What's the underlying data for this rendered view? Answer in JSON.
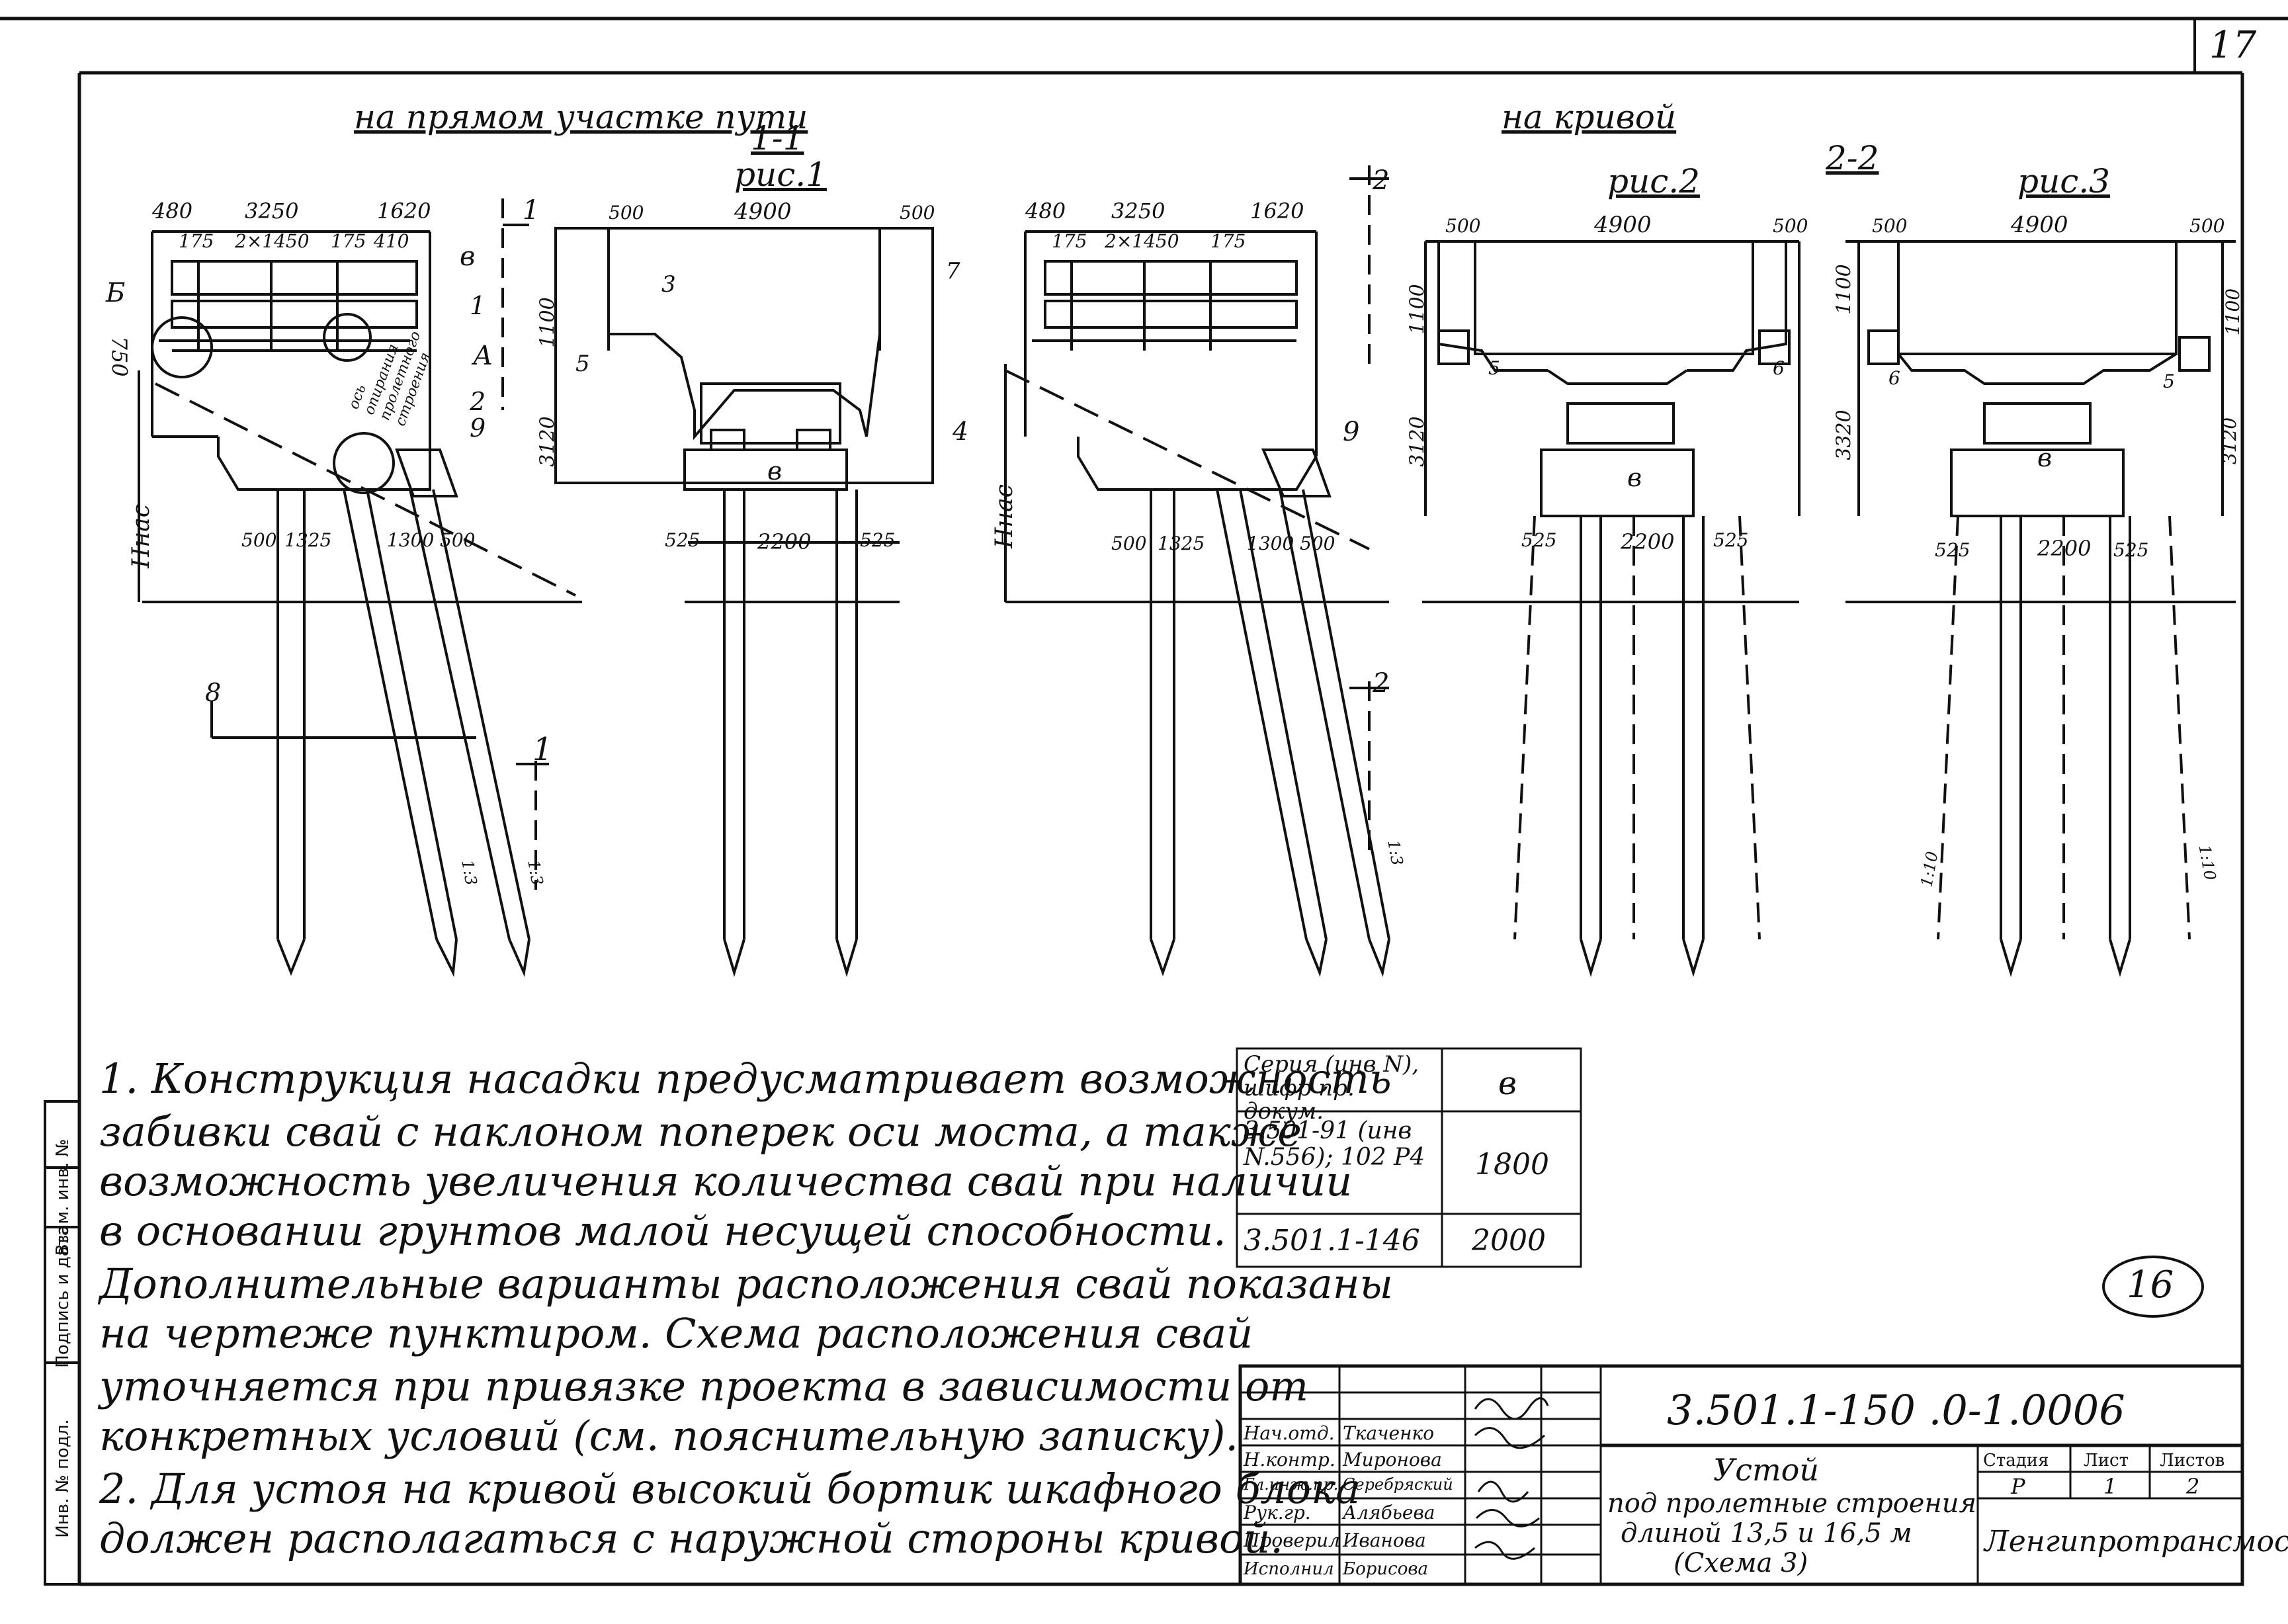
{
  "sheet": {
    "page_number": "17",
    "stamp": "16"
  },
  "views": {
    "straight_title": "на прямом участке пути",
    "curve_title": "на кривой",
    "section_11": "1-1",
    "section_22": "2-2",
    "fig1": "рис.1",
    "fig2": "рис.2",
    "fig3": "рис.3"
  },
  "dims": {
    "v1_top": [
      "480",
      "3250",
      "1620"
    ],
    "v1_sub": [
      "175",
      "2×1450",
      "175",
      "410"
    ],
    "v1_h": "750",
    "v1_bottom": [
      "500",
      "1325",
      "1300",
      "500"
    ],
    "h_nas": "Hнас",
    "v2_top": [
      "500",
      "4900",
      "500"
    ],
    "v2_h": [
      "1100",
      "3120"
    ],
    "v2_bottom": [
      "525",
      "2200",
      "525"
    ],
    "v3_top": [
      "480",
      "3250",
      "1620"
    ],
    "v3_sub": [
      "175",
      "2×1450",
      "175"
    ],
    "v3_bottom": [
      "500",
      "1325",
      "1300",
      "500"
    ],
    "v4_top": [
      "500",
      "4900",
      "500"
    ],
    "v4_h": [
      "1100",
      "3120"
    ],
    "v4_bottom": [
      "525",
      "2200",
      "525"
    ],
    "v5_top": [
      "500",
      "4900",
      "500"
    ],
    "v5_h": [
      "1100",
      "3320",
      "1100",
      "3120"
    ],
    "v5_bottom": [
      "525",
      "2200",
      "525"
    ],
    "b_label": "в",
    "slope_13": "1:3",
    "slope_110": "1:10"
  },
  "callouts": {
    "B_left": "Б",
    "B_right": "в",
    "A": "А",
    "axis_note": "ось опирания пролетного строения",
    "n1": "1",
    "n2": "2",
    "n3": "3",
    "n4": "4",
    "n5": "5",
    "n6": "6",
    "n7": "7",
    "n8": "8",
    "n9": "9",
    "cut1": "1",
    "cut2": "2"
  },
  "notes": [
    "1. Конструкция насадки предусматривает возможность",
    "забивки свай с наклоном поперек оси моста, а также",
    "возможность увеличения количества свай при наличии",
    "в основании грунтов малой несущей способности.",
    "Дополнительные варианты расположения свай показаны",
    "на чертеже пунктиром. Схема расположения свай",
    "уточняется при привязке проекта в зависимости от",
    "конкретных условий (см. пояснительную записку).",
    "2. Для устоя на кривой высокий бортик шкафного блока",
    "должен располагаться с наружной стороны кривой."
  ],
  "series_table": {
    "header_col1": "Серия (инв N), шифр пр. докум.",
    "header_col2": "в",
    "rows": [
      {
        "series": "3.501-91 (инв N.556); 102 Р4",
        "value": "1800"
      },
      {
        "series": "3.501.1-146",
        "value": "2000"
      }
    ]
  },
  "title_block": {
    "code": "3.501.1-150 .0-1.0006",
    "title_lines": [
      "Устой",
      "под пролетные строения",
      "длиной 13,5 и 16,5 м",
      "(Схема 3)"
    ],
    "stage_label": "Стадия",
    "sheet_label": "Лист",
    "sheets_label": "Листов",
    "stage": "Р",
    "sheet": "1",
    "sheets": "2",
    "org": "Ленгипротрансмост",
    "people": [
      {
        "role": "Нач.отд.",
        "name": "Ткаченко"
      },
      {
        "role": "Н.контр.",
        "name": "Миронова"
      },
      {
        "role": "Гл.инж.пр.",
        "name": "Серебряский"
      },
      {
        "role": "Рук.гр.",
        "name": "Алябьева"
      },
      {
        "role": "Проверил",
        "name": "Иванова"
      },
      {
        "role": "Исполнил",
        "name": "Борисова"
      }
    ]
  },
  "margin": {
    "labels": [
      "Инв. № подл.",
      "Подпись и дата",
      "Взам. инв. №"
    ]
  }
}
